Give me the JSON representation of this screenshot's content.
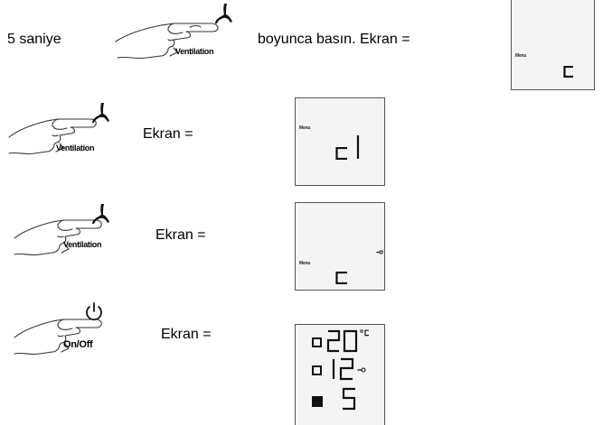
{
  "steps": [
    {
      "prefix": "5 saniye",
      "suffix": "boyunca basın. Ekran =",
      "button": {
        "label": "Ventilation",
        "icon": "fan-icon"
      },
      "display": {
        "menu_label": "Menu",
        "main": "c"
      }
    },
    {
      "suffix": "Ekran =",
      "button": {
        "label": "Ventilation",
        "icon": "fan-icon"
      },
      "display": {
        "menu_label": "Menu",
        "main": "c 1"
      }
    },
    {
      "suffix": "Ekran =",
      "button": {
        "label": "Ventilation",
        "icon": "fan-icon"
      },
      "display": {
        "menu_label": "Menu",
        "main": "c",
        "indicator": "key-icon"
      }
    },
    {
      "suffix": "Ekran =",
      "button": {
        "label": "On/Off",
        "icon": "power-icon"
      },
      "display": {
        "rows": [
          {
            "marker": "empty-square",
            "value": "20",
            "unit": "°C"
          },
          {
            "marker": "empty-square",
            "value": "12",
            "unit_icon": "key-icon"
          },
          {
            "marker": "filled-square",
            "value": "5"
          }
        ]
      }
    }
  ]
}
